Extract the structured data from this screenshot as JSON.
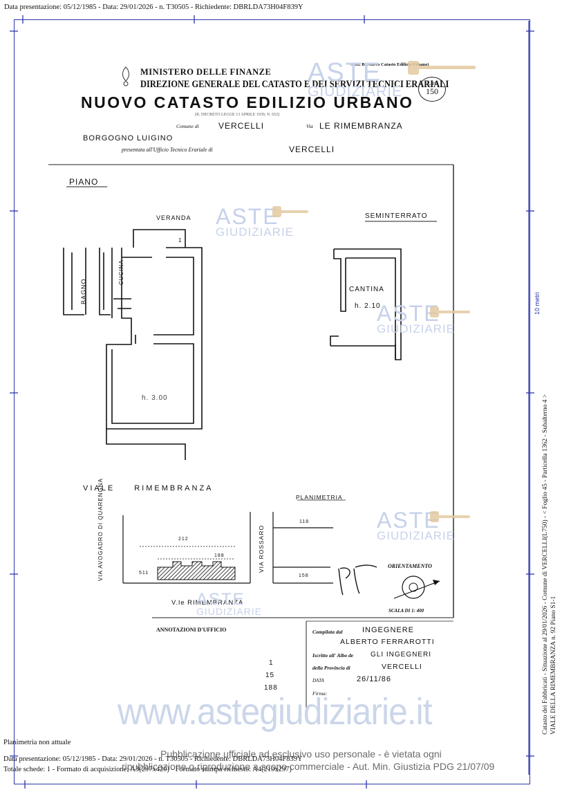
{
  "header": {
    "top_line": "Data presentazione: 05/12/1985 - Data: 29/01/2026 - n. T30505 - Richiedente: DBRLDA73H04F839Y"
  },
  "form": {
    "model": "Mod. B (Nuovo Catasto Edilizio Urbano)",
    "ministry": "MINISTERO DELLE FINANZE",
    "direction": "DIREZIONE GENERALE DEL CATASTO E DEI SERVIZI TECNICI ERARIALI",
    "title": "NUOVO CATASTO EDILIZIO URBANO",
    "law_ref": "(R. DECRETO LEGGE 13 APRILE 1939, N. 652)",
    "stamp_label": "Lire",
    "stamp_value": "150",
    "comune_label": "Comune di",
    "comune_value": "VERCELLI",
    "via_label": "Via",
    "via_value": "LE RIMEMBRANZA",
    "owner_value": "BORGOGNO LUIGINO",
    "office_label": "presentata all'Ufficio Tecnico Erariale di",
    "office_value": "VERCELLI"
  },
  "plan": {
    "floor_label": "PIANO",
    "veranda": "VERANDA",
    "seminterrato": "SEMINTERRATO",
    "bagno": "BAGNO",
    "cucina": "CUCINA",
    "cantina": "CANTINA",
    "cantina_h": "h. 2.10",
    "room_h": "h. 3.00",
    "mark_1": "1",
    "street_bottom": "VIALE RIMEMBRANZA"
  },
  "planimetria": {
    "title": "PLANIMETRIA",
    "via_left": "VIA AVOGADRO DI QUARENGNA",
    "via_right": "VIA ROSSARO",
    "dim_212": "212",
    "dim_188": "188",
    "dim_511": "511",
    "dim_118": "118",
    "dim_158": "158",
    "bottom_street": "V.le RIMEMBRANZA",
    "orient": "ORIENTAMENTO",
    "scale": "SCALA DI 1: 400"
  },
  "annotations": {
    "title": "ANNOTAZIONI D'UFFICIO",
    "val1": "1",
    "val2": "15",
    "val3": "188"
  },
  "compiler": {
    "label": "Compilata dal",
    "title": "INGEGNERE",
    "name": "ALBERTO FERRAROTTI",
    "albo_label": "Iscritto all' Albo de",
    "albo_value": "GLI INGEGNERI",
    "province_label": "della Provincia di",
    "province_value": "VERCELLI",
    "date_label": "DATA",
    "date_value": "26/11/86",
    "sign_label": "Firma:"
  },
  "side": {
    "scale_label": "10 metri",
    "right_line_1": "Catasto dei Fabbricati - Situazione al 29/01/2026 - Comune di VERCELLI(L750) - < Foglio 45 - Particella 1362 - Subalterno 4 >",
    "right_line_2": "VIALE DELLA RIMEMBRANZA n. 92 Piano S1-1"
  },
  "watermark": {
    "brand_main": "ASTE",
    "brand_sub": "GIUDIZIARIE",
    "url": "www.astegiudiziarie.it",
    "notice_1": "Pubblicazione ufficiale ad esclusivo uso personale - è vietata ogni",
    "notice_2": "ripubblicazione o riproduzione a scopo commerciale - Aut. Min. Giustizia PDG 21/07/09"
  },
  "footer": {
    "line1": "Planimetria non attuale",
    "line2": "Data presentazione: 05/12/1985 - Data: 29/01/2026 - n. T30505 - Richiedente: DBRLDA73H04F839Y",
    "line3": "Totale schede: 1 - Formato di acquisizione: A3(297x420) - Formato stampa richiesto: A4(210x297)"
  }
}
